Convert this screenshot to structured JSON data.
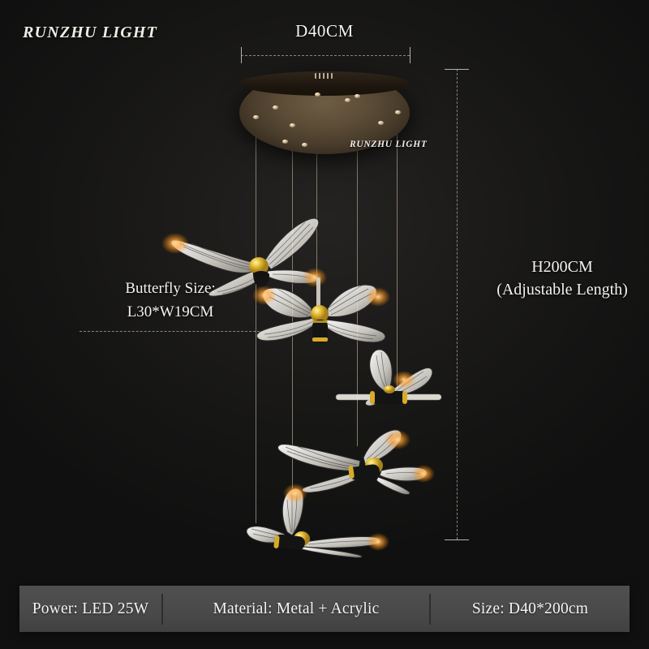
{
  "brand": {
    "name": "RUNZHU LIGHT",
    "watermark": "RUNZHU LIGHT"
  },
  "annotations": {
    "diameter": "D40CM",
    "height": "H200CM",
    "height_note": "(Adjustable Length)",
    "butterfly_size_label": "Butterfly Size:",
    "butterfly_size_value": "L30*W19CM"
  },
  "specs": [
    {
      "label": "Power: LED 25W"
    },
    {
      "label": "Material: Metal + Acrylic"
    },
    {
      "label": "Size: D40*200cm"
    }
  ],
  "product": {
    "canopy_shape": "round-canopy",
    "butterfly_count": 5,
    "cable_count": 5
  },
  "colors": {
    "background": "#151514",
    "canopy_bronze": "#5b4c37",
    "cable": "#8e8470",
    "wing_acrylic": "#f4f2ee",
    "body_gold": "#e8c23a",
    "body_black": "#1a1a1a",
    "glow_amber": "#ffb347",
    "spec_bar": "#4a4a4a",
    "text": "#f4f2ee",
    "dash_line": "#9c9a96"
  }
}
